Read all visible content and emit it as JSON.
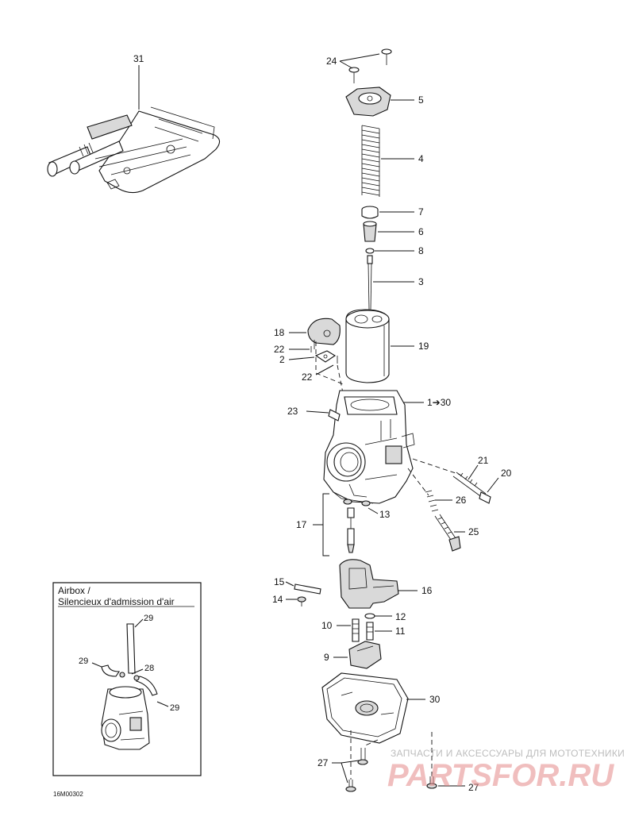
{
  "diagram": {
    "code": "16M00302",
    "callouts": {
      "c31": "31",
      "c24": "24",
      "c5": "5",
      "c4": "4",
      "c7": "7",
      "c6": "6",
      "c8": "8",
      "c3": "3",
      "c18": "18",
      "c22a": "22",
      "c2": "2",
      "c22b": "22",
      "c19": "19",
      "c1to30": "1➔30",
      "c23": "23",
      "c21": "21",
      "c20": "20",
      "c26": "26",
      "c13": "13",
      "c17": "17",
      "c25": "25",
      "c15": "15",
      "c16": "16",
      "c14": "14",
      "c12": "12",
      "c10": "10",
      "c11": "11",
      "c9": "9",
      "c30": "30",
      "c27a": "27",
      "c27b": "27"
    },
    "inset": {
      "title_line1": "Airbox /",
      "title_line2": "Silencieux d'admission d'air",
      "c29a": "29",
      "c29b": "29",
      "c28": "28",
      "c29c": "29"
    }
  },
  "watermark": {
    "tagline": "ЗАПЧАСТИ И АКСЕССУАРЫ ДЛЯ МОТОТЕХНИКИ",
    "brand": "PARTSFOR.RU"
  }
}
